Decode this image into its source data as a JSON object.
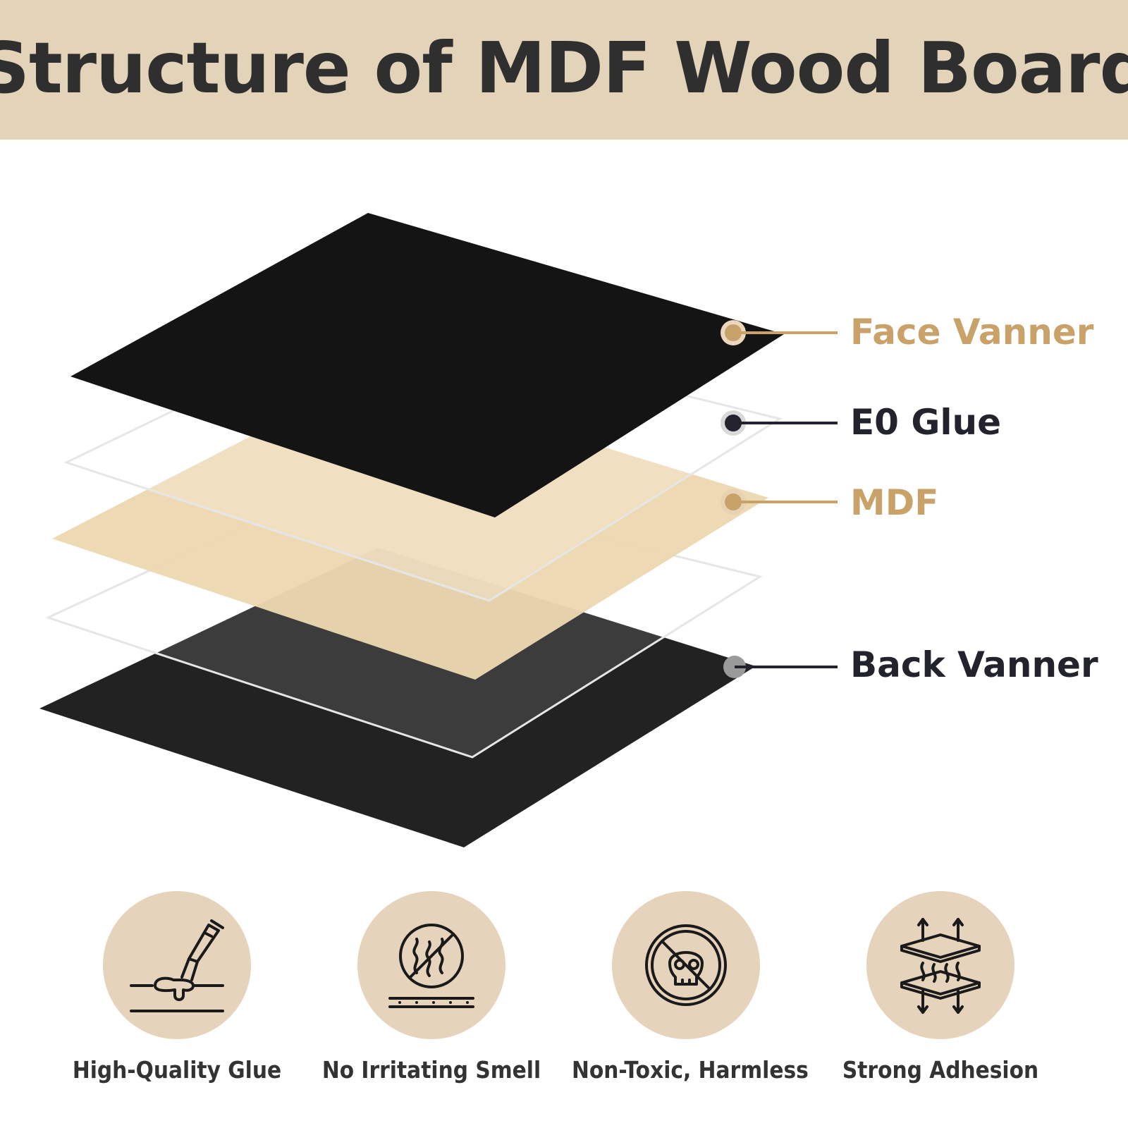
{
  "header": {
    "title": "Structure of MDF Wood Board",
    "background_color": "#e3d3b8",
    "text_color": "#2f2f2f"
  },
  "layers": [
    {
      "name": "face-vanner",
      "label": "Face Vanner",
      "color": "#c9a26a",
      "fill": "#141414"
    },
    {
      "name": "e0-glue",
      "label": "E0 Glue",
      "color": "#23232e",
      "fill": "#ffffff"
    },
    {
      "name": "mdf",
      "label": "MDF",
      "color": "#c9a26a",
      "fill": "#ecd8b1"
    },
    {
      "name": "back-vanner",
      "label": "Back Vanner",
      "color": "#23232e",
      "fill": "#222222"
    }
  ],
  "features": [
    {
      "name": "high-quality-glue",
      "label": "High-Quality Glue",
      "icon": "glue-tube-icon"
    },
    {
      "name": "no-irritating-smell",
      "label": "No Irritating Smell",
      "icon": "no-smell-icon"
    },
    {
      "name": "non-toxic-harmless",
      "label": "Non-Toxic, Harmless",
      "icon": "no-toxic-skull-icon"
    },
    {
      "name": "strong-adhesion",
      "label": "Strong Adhesion",
      "icon": "adhesion-layers-icon"
    }
  ],
  "feature_circle_color": "#e5d4bb",
  "feature_text_color": "#333333"
}
